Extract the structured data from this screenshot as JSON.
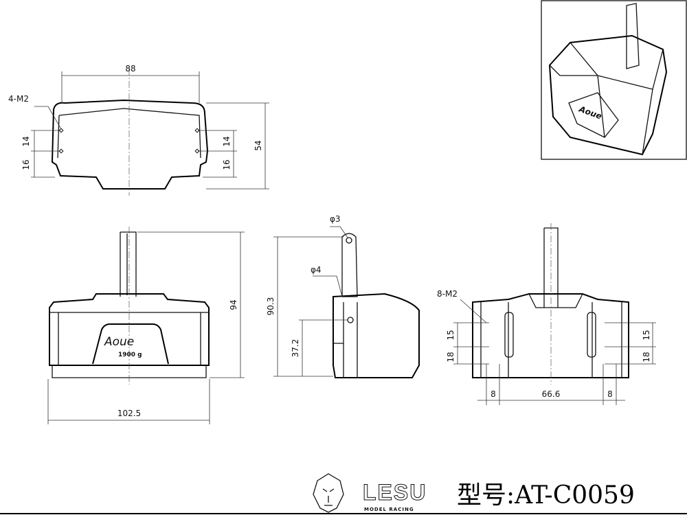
{
  "top_view": {
    "width_dim": "88",
    "thread_note": "4-M2",
    "left_dims": [
      "14",
      "16"
    ],
    "right_dims": [
      "14",
      "16"
    ],
    "height_dim": "54"
  },
  "front_view": {
    "height_dim": "94",
    "width_dim": "102.5",
    "brand_plate": "Aoue",
    "weight_label": "1900 g"
  },
  "side_view": {
    "hole_small": "φ3",
    "hole_large": "φ4",
    "height_dim": "90.3",
    "mount_height_dim": "37.2"
  },
  "rear_view": {
    "thread_note": "8-M2",
    "left_dims": [
      "15",
      "18"
    ],
    "right_dims": [
      "15",
      "18"
    ],
    "bottom_dims": [
      "8",
      "66.6",
      "8"
    ]
  },
  "footer": {
    "brand": "LESU",
    "brand_sub": "MODEL RACING",
    "model_number": "型号:AT-C0059"
  }
}
